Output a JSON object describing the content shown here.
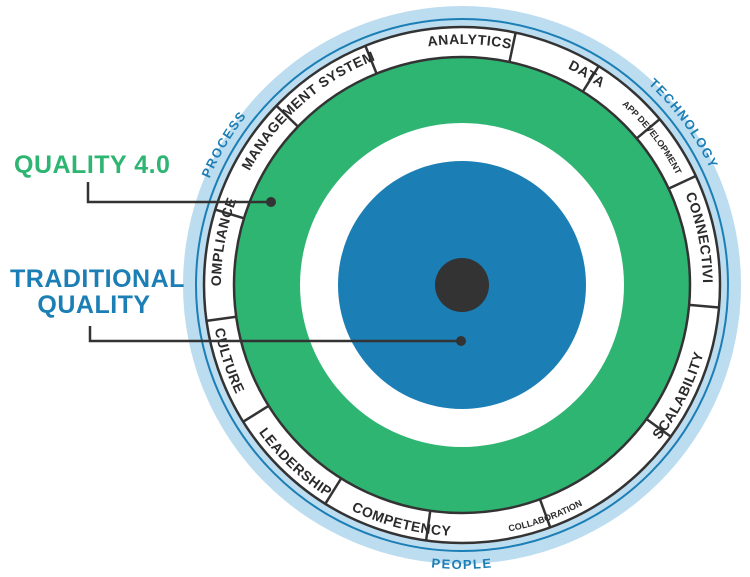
{
  "labels": {
    "quality_40": "QUALITY 4.0",
    "traditional_line1": "TRADITIONAL",
    "traditional_line2": "QUALITY"
  },
  "outer_ring": [
    "PROCESS",
    "TECHNOLOGY",
    "PEOPLE"
  ],
  "segments": [
    "ANALYTICS",
    "DATA",
    "APP DEVELOPMENT",
    "CONNECTIVITY",
    "SCALABILITY",
    "COLLABORATION",
    "COMPETENCY",
    "LEADERSHIP",
    "CULTURE",
    "COMPLIANCE",
    "MANAGEMENT SYSTEM"
  ],
  "colors": {
    "outer_band": "#bcdcf0",
    "outer_text": "#1b7eb5",
    "green": "#2db571",
    "blue": "#1b7eb5",
    "center": "#333333",
    "segment_border": "#333333"
  }
}
